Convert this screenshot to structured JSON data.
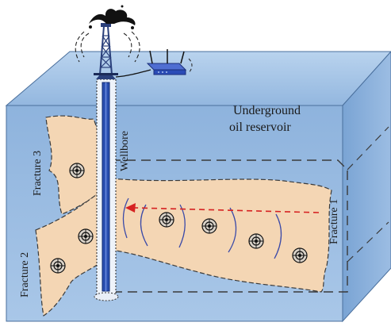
{
  "labels": {
    "reservoir_line1": "Underground",
    "reservoir_line2": "oil reservoir",
    "wellbore": "Wellbore",
    "fracture_1": "Fracture 1",
    "fracture_2": "Fracture 2",
    "fracture_3": "Fracture 3"
  },
  "colors": {
    "reservoir_top": "#a9c6e6",
    "reservoir_front": "#8fb5df",
    "reservoir_side": "#7aa4d4",
    "fracture_fill": "#f4d6b4",
    "wellbore_tube": "#2a4fb0",
    "flow_arrow": "#d62222",
    "wave_lines": "#3b4aa8",
    "derrick": "#2a3f7a",
    "router": "#2b4bb6"
  },
  "icons": {
    "derrick": "oil-derrick-icon",
    "gusher": "oil-gusher-icon",
    "router": "wireless-router-icon",
    "sensor": "sensor-node-icon"
  }
}
